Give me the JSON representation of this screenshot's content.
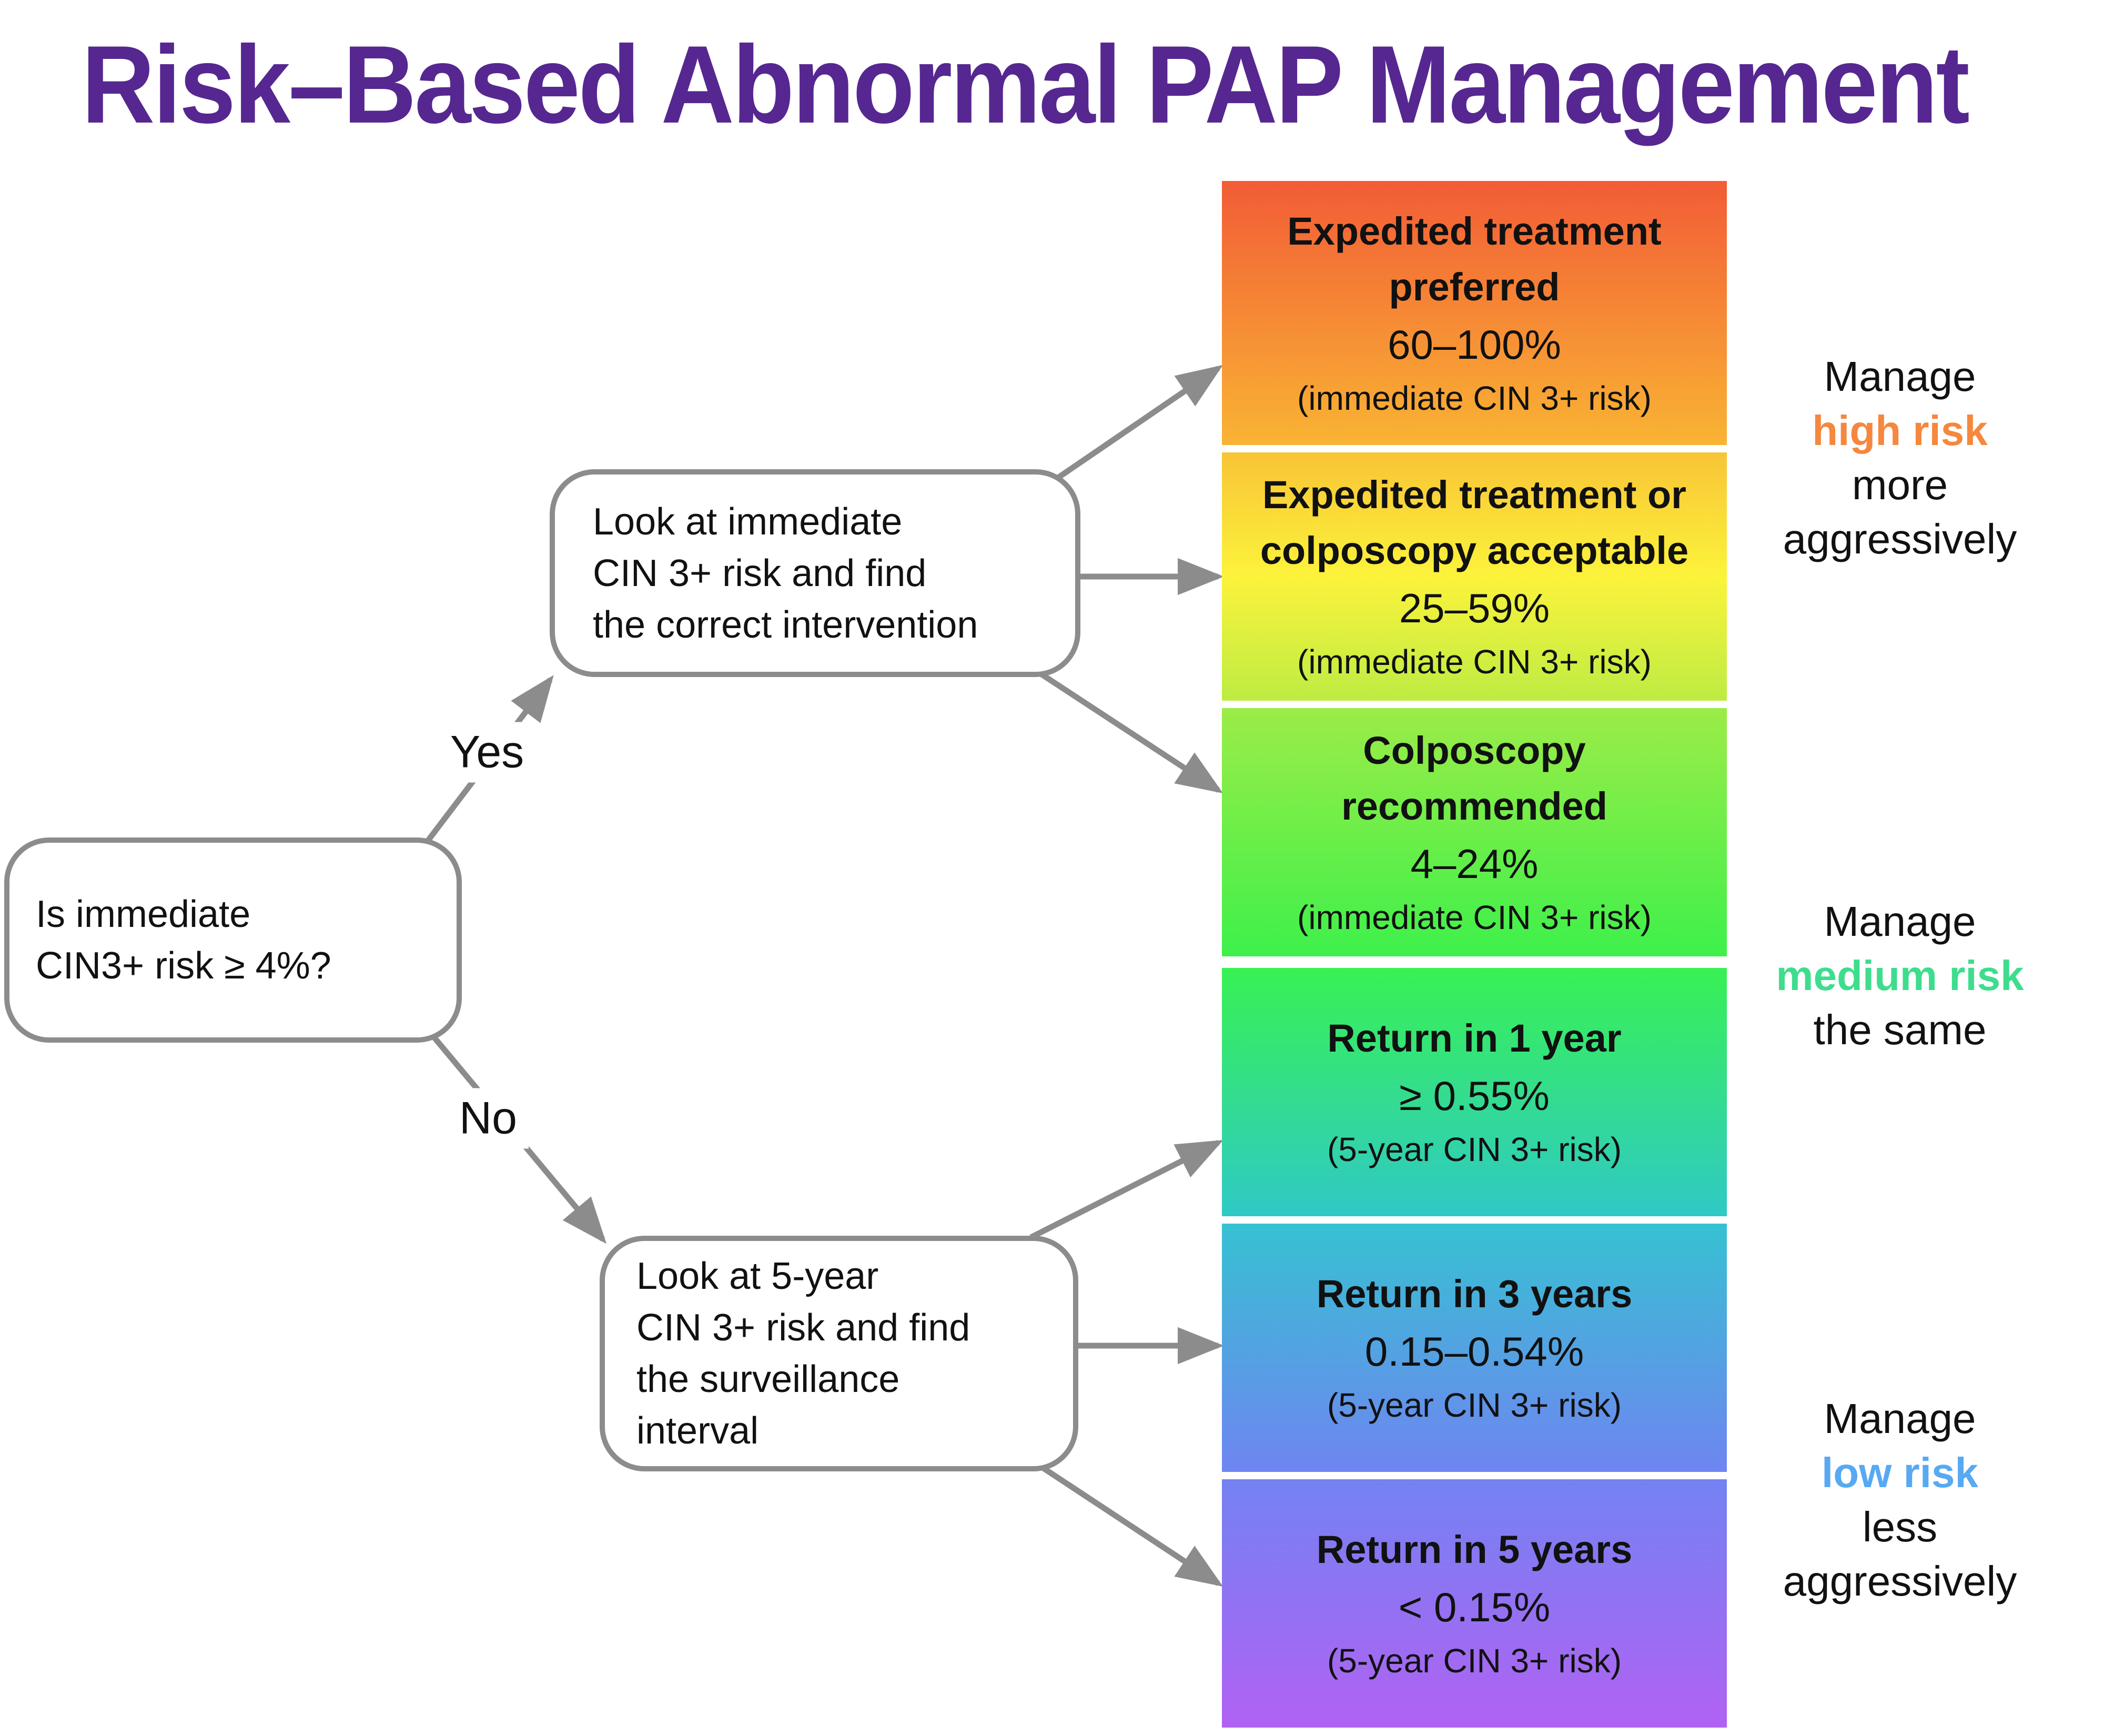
{
  "title": "Risk–Based Abnormal PAP Management",
  "title_color": "#562790",
  "arrow_color": "#8c8c8c",
  "decision": {
    "line1": "Is immediate",
    "line2": "CIN3+ risk ≥ 4%?"
  },
  "labels": {
    "yes": "Yes",
    "no": "No"
  },
  "nodes": {
    "immediate": {
      "line1": "Look at immediate",
      "line2": "CIN 3+ risk and find",
      "line3": "the correct intervention"
    },
    "five_year": {
      "line1": "Look at 5-year",
      "line2": "CIN 3+ risk and find",
      "line3": "the surveillance",
      "line4": "interval"
    }
  },
  "outcomes": [
    {
      "t1": "Expedited treatment",
      "t2": "preferred",
      "range": "60–100%",
      "caption": "(immediate CIN 3+ risk)",
      "gradient": [
        "#F25C36",
        "#F9B434"
      ]
    },
    {
      "t1": "Expedited treatment or",
      "t2": "colposcopy acceptable",
      "range": "25–59%",
      "caption": "(immediate CIN 3+ risk)",
      "gradient": [
        "#F8C436",
        "#FCF33B",
        "#BDEC43"
      ]
    },
    {
      "t1": "Colposcopy",
      "t2": "recommended",
      "range": "4–24%",
      "caption": "(immediate CIN 3+ risk)",
      "gradient": [
        "#9CEC47",
        "#3EF04B"
      ]
    },
    {
      "t1": "Return in 1 year",
      "range": "≥ 0.55%",
      "caption": "(5-year CIN 3+ risk)",
      "gradient": [
        "#38F153",
        "#2FC9C6"
      ]
    },
    {
      "t1": "Return in 3 years",
      "range": "0.15–0.54%",
      "caption": "(5-year CIN 3+ risk)",
      "gradient": [
        "#36C1D2",
        "#6F85F1"
      ]
    },
    {
      "t1": "Return in 5 years",
      "range": "< 0.15%",
      "caption": "(5-year CIN 3+ risk)",
      "gradient": [
        "#7482F2",
        "#B162F2"
      ]
    }
  ],
  "annotations": [
    {
      "l1": "Manage",
      "phrase": "high risk",
      "phrase_color": "#F6873E",
      "l3": "more",
      "l4": "aggressively"
    },
    {
      "l1": "Manage",
      "phrase": "medium risk",
      "phrase_color": "#3EDD8D",
      "l3": "the same"
    },
    {
      "l1": "Manage",
      "phrase": "low risk",
      "phrase_color": "#57A9F2",
      "l3": "less",
      "l4": "aggressively"
    }
  ]
}
